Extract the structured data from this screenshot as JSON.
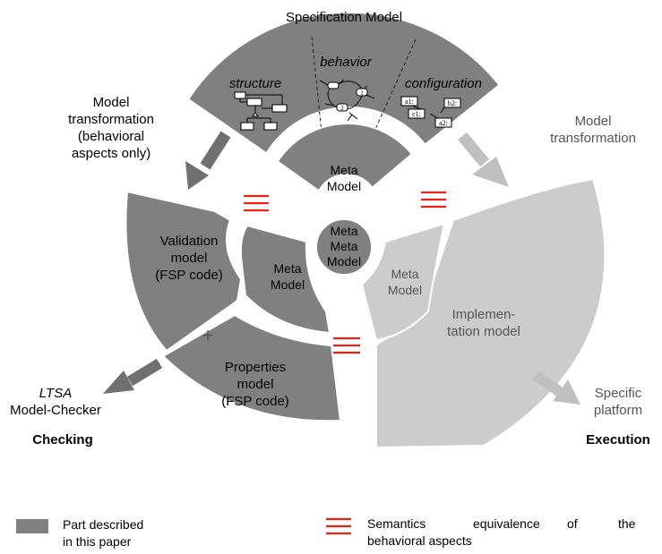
{
  "colors": {
    "dark_part": "#808080",
    "light_part": "#cccccc",
    "arrow_dark": "#707070",
    "arrow_light": "#c0c0c0",
    "equivalence": "#ee2211",
    "outline": "#ffffff"
  },
  "spec": {
    "title": "Specification Model",
    "sections": [
      "structure",
      "behavior",
      "configuration"
    ],
    "config_boxes": [
      "a1:",
      "b2:",
      "c1:",
      "a2:"
    ],
    "behavior_states": [
      "1",
      "2"
    ]
  },
  "left_transform": [
    "Model",
    "transformation",
    "(behavioral",
    "aspects only)"
  ],
  "right_transform": [
    "Model",
    "transformation"
  ],
  "meta_model": [
    "Meta",
    "Model"
  ],
  "meta_meta_model": [
    "Meta",
    "Meta",
    "Model"
  ],
  "validation_model": [
    "Validation",
    "model",
    "(FSP code)"
  ],
  "properties_model": [
    "Properties",
    "model",
    "(FSP code)"
  ],
  "left_meta_model": [
    "Meta",
    "Model"
  ],
  "right_meta_model": [
    "Meta",
    "Model"
  ],
  "implementation_model": [
    "Implemen-",
    "tation model"
  ],
  "plus": "+",
  "checker": [
    "LTSA",
    "Model-Checker"
  ],
  "checking": "Checking",
  "platform": [
    "Specific",
    "platform"
  ],
  "execution": "Execution",
  "legend": {
    "part_described": [
      "Part described",
      "in this paper"
    ],
    "semantics": [
      "Semantics",
      "equivalence",
      "of",
      "the"
    ],
    "semantics_line2": "behavioral aspects"
  }
}
